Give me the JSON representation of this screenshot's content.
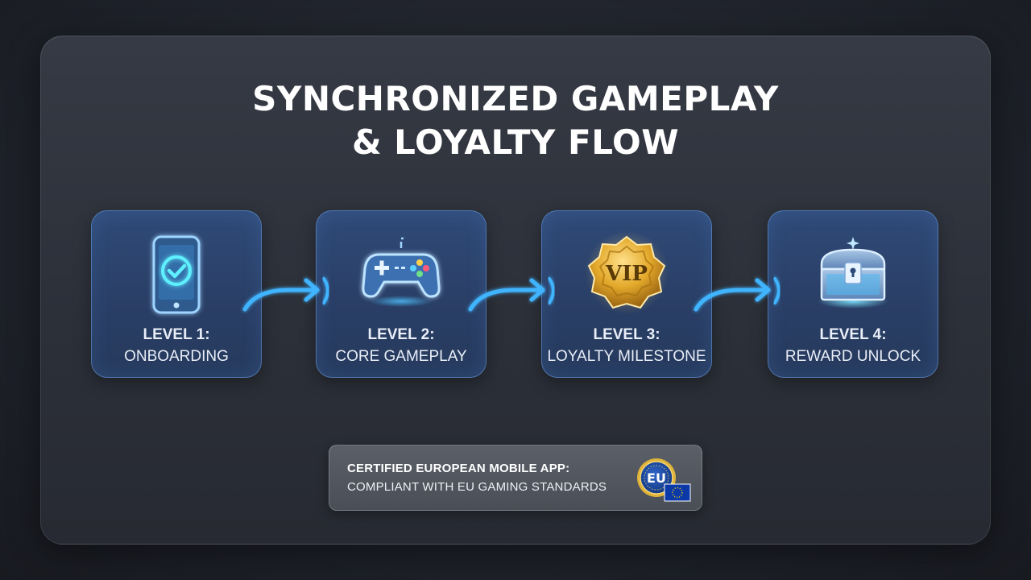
{
  "title": {
    "line1": "SYNCHRONIZED GAMEPLAY",
    "line2": "& LOYALTY FLOW"
  },
  "steps": [
    {
      "level": "LEVEL 1:",
      "name": "ONBOARDING",
      "icon": "phone-check-icon"
    },
    {
      "level": "LEVEL 2:",
      "name": "CORE GAMEPLAY",
      "icon": "gamepad-icon"
    },
    {
      "level": "LEVEL 3:",
      "name": "LOYALTY MILESTONE",
      "icon": "vip-badge-icon"
    },
    {
      "level": "LEVEL 4:",
      "name": "REWARD UNLOCK",
      "icon": "treasure-chest-icon"
    }
  ],
  "vip_badge_text": "VIP",
  "certification": {
    "line1": "CERTIFIED EUROPEAN MOBILE APP:",
    "line2": "COMPLIANT WITH EU GAMING STANDARDS",
    "seal_text": "EU",
    "seal_icon": "eu-seal-icon"
  },
  "colors": {
    "accent_glow": "#3fb4ff",
    "card_fill": "#2c4470",
    "card_border": "#6ea0e6",
    "gold": "#e3a92b"
  }
}
